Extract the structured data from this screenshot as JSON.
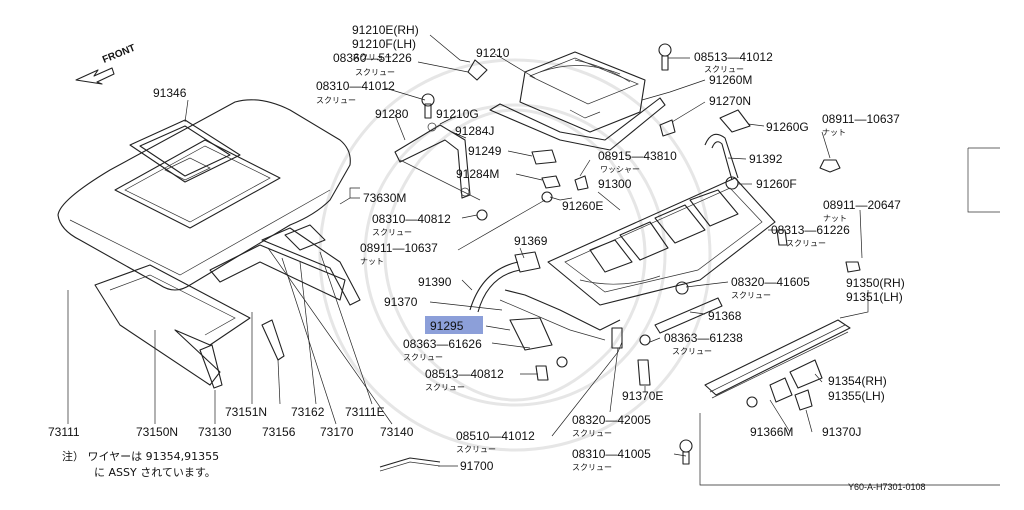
{
  "direction": {
    "text": "FRONT"
  },
  "labels": [
    {
      "text": "91346"
    },
    {
      "text": "91210E(RH)"
    },
    {
      "text": "91210F(LH)"
    },
    {
      "text": "08360—51226"
    },
    {
      "text": "08310—41012"
    },
    {
      "text": "91210"
    },
    {
      "text": "08513—41012"
    },
    {
      "text": "91260M"
    },
    {
      "text": "91270N"
    },
    {
      "text": "91280"
    },
    {
      "text": "91210G"
    },
    {
      "text": "91284J"
    },
    {
      "text": "91260G"
    },
    {
      "text": "08911—10637"
    },
    {
      "text": "91249"
    },
    {
      "text": "08915—43810"
    },
    {
      "text": "91392"
    },
    {
      "text": "91284M"
    },
    {
      "text": "91300"
    },
    {
      "text": "91260F"
    },
    {
      "text": "73630M"
    },
    {
      "text": "91260E"
    },
    {
      "text": "08310—40812"
    },
    {
      "text": "08911—20647"
    },
    {
      "text": "08313—61226"
    },
    {
      "text": "08911—10637"
    },
    {
      "text": "91369"
    },
    {
      "text": "91390"
    },
    {
      "text": "08320—41605"
    },
    {
      "text": "91350(RH)"
    },
    {
      "text": "91351(LH)"
    },
    {
      "text": "91370"
    },
    {
      "text": "91368"
    },
    {
      "text": "08363—61626"
    },
    {
      "text": "08363—61238"
    },
    {
      "text": "08513—40812"
    },
    {
      "text": "91354(RH)"
    },
    {
      "text": "91355(LH)"
    },
    {
      "text": "91370E"
    },
    {
      "text": "91366M"
    },
    {
      "text": "91370J"
    },
    {
      "text": "08320—42005"
    },
    {
      "text": "08510—41012"
    },
    {
      "text": "08310—41005"
    },
    {
      "text": "73111"
    },
    {
      "text": "73150N"
    },
    {
      "text": "73130"
    },
    {
      "text": "73151N"
    },
    {
      "text": "73156"
    },
    {
      "text": "73162"
    },
    {
      "text": "73170"
    },
    {
      "text": "73111E"
    },
    {
      "text": "73140"
    },
    {
      "text": "91700"
    }
  ],
  "highlight": {
    "text": "91295",
    "color": "#8c9fd9"
  },
  "subtexts": [
    {
      "text": "スクリュー"
    },
    {
      "text": "スクリュー"
    },
    {
      "text": "スクリュー"
    },
    {
      "text": "ナット"
    },
    {
      "text": "ワッシャー"
    },
    {
      "text": "スクリュー"
    },
    {
      "text": "ナット"
    },
    {
      "text": "ナット"
    },
    {
      "text": "スクリュー"
    },
    {
      "text": "スクリュー"
    },
    {
      "text": "スクリュー"
    },
    {
      "text": "スクリュー"
    },
    {
      "text": "スクリュー"
    },
    {
      "text": "スクリュー"
    },
    {
      "text": "スクリュー"
    },
    {
      "text": "スクリュー"
    },
    {
      "text": "スクリュー"
    }
  ],
  "note": {
    "line1": "注） ワイヤーは 91354,91355",
    "line2": "に ASSY されています。"
  },
  "diagram_code": "Y60-A-H7301-0108"
}
